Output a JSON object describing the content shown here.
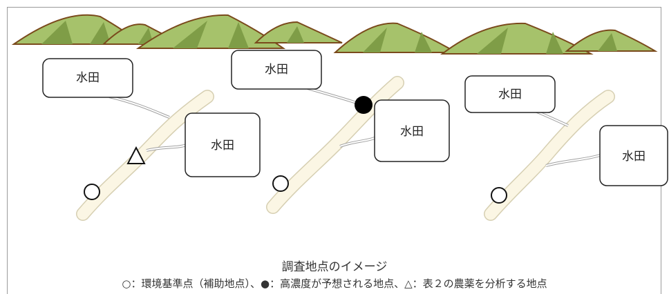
{
  "fields": [
    {
      "label": "水田"
    },
    {
      "label": "水田"
    },
    {
      "label": "水田"
    },
    {
      "label": "水田"
    },
    {
      "label": "水田"
    },
    {
      "label": "水田"
    }
  ],
  "caption": {
    "title": "調査地点のイメージ",
    "legend": "○：環境基準点（補助地点）、●：高濃度が予想される地点、△：表２の農薬を分析する地点"
  },
  "colors": {
    "mountain_green": "#a6c26b",
    "mountain_dark": "#7f9d47",
    "mountain_outline": "#7a4a1c",
    "river_fill": "#fbf6e4",
    "river_edge": "#d6cfb2",
    "stroke": "#222222"
  }
}
